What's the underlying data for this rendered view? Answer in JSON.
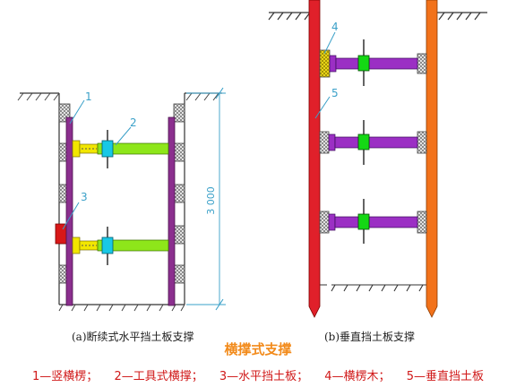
{
  "diagram": {
    "callouts": {
      "c1": "1",
      "c2": "2",
      "c3": "3",
      "c4": "4",
      "c5": "5"
    },
    "dimension": "3 000",
    "caption_a": "(a)断续式水平挡土板支撑",
    "caption_b": "(b)垂直挡土板支撑",
    "title": "横撑式支撑",
    "legend": [
      "1—竖横楞；",
      "2—工具式横撑；",
      "3—水平挡土板；",
      "4—横楞木；",
      "5—垂直挡土板"
    ]
  },
  "colors": {
    "vertical_post": "#8b2f8e",
    "strut_green": "#8ee61a",
    "strut_yellow": "#f2e600",
    "strut_purple": "#9b2fc4",
    "screw_cyan": "#18c8e6",
    "screw_green": "#14d814",
    "board_red": "#d81818",
    "sheet_red": "#e0202a",
    "sheet_orange": "#f2721a",
    "lagging_yellow": "#f7e21a",
    "dimension": "#3aa0c8",
    "title": "#f28a1a",
    "legend": "#d01818"
  }
}
